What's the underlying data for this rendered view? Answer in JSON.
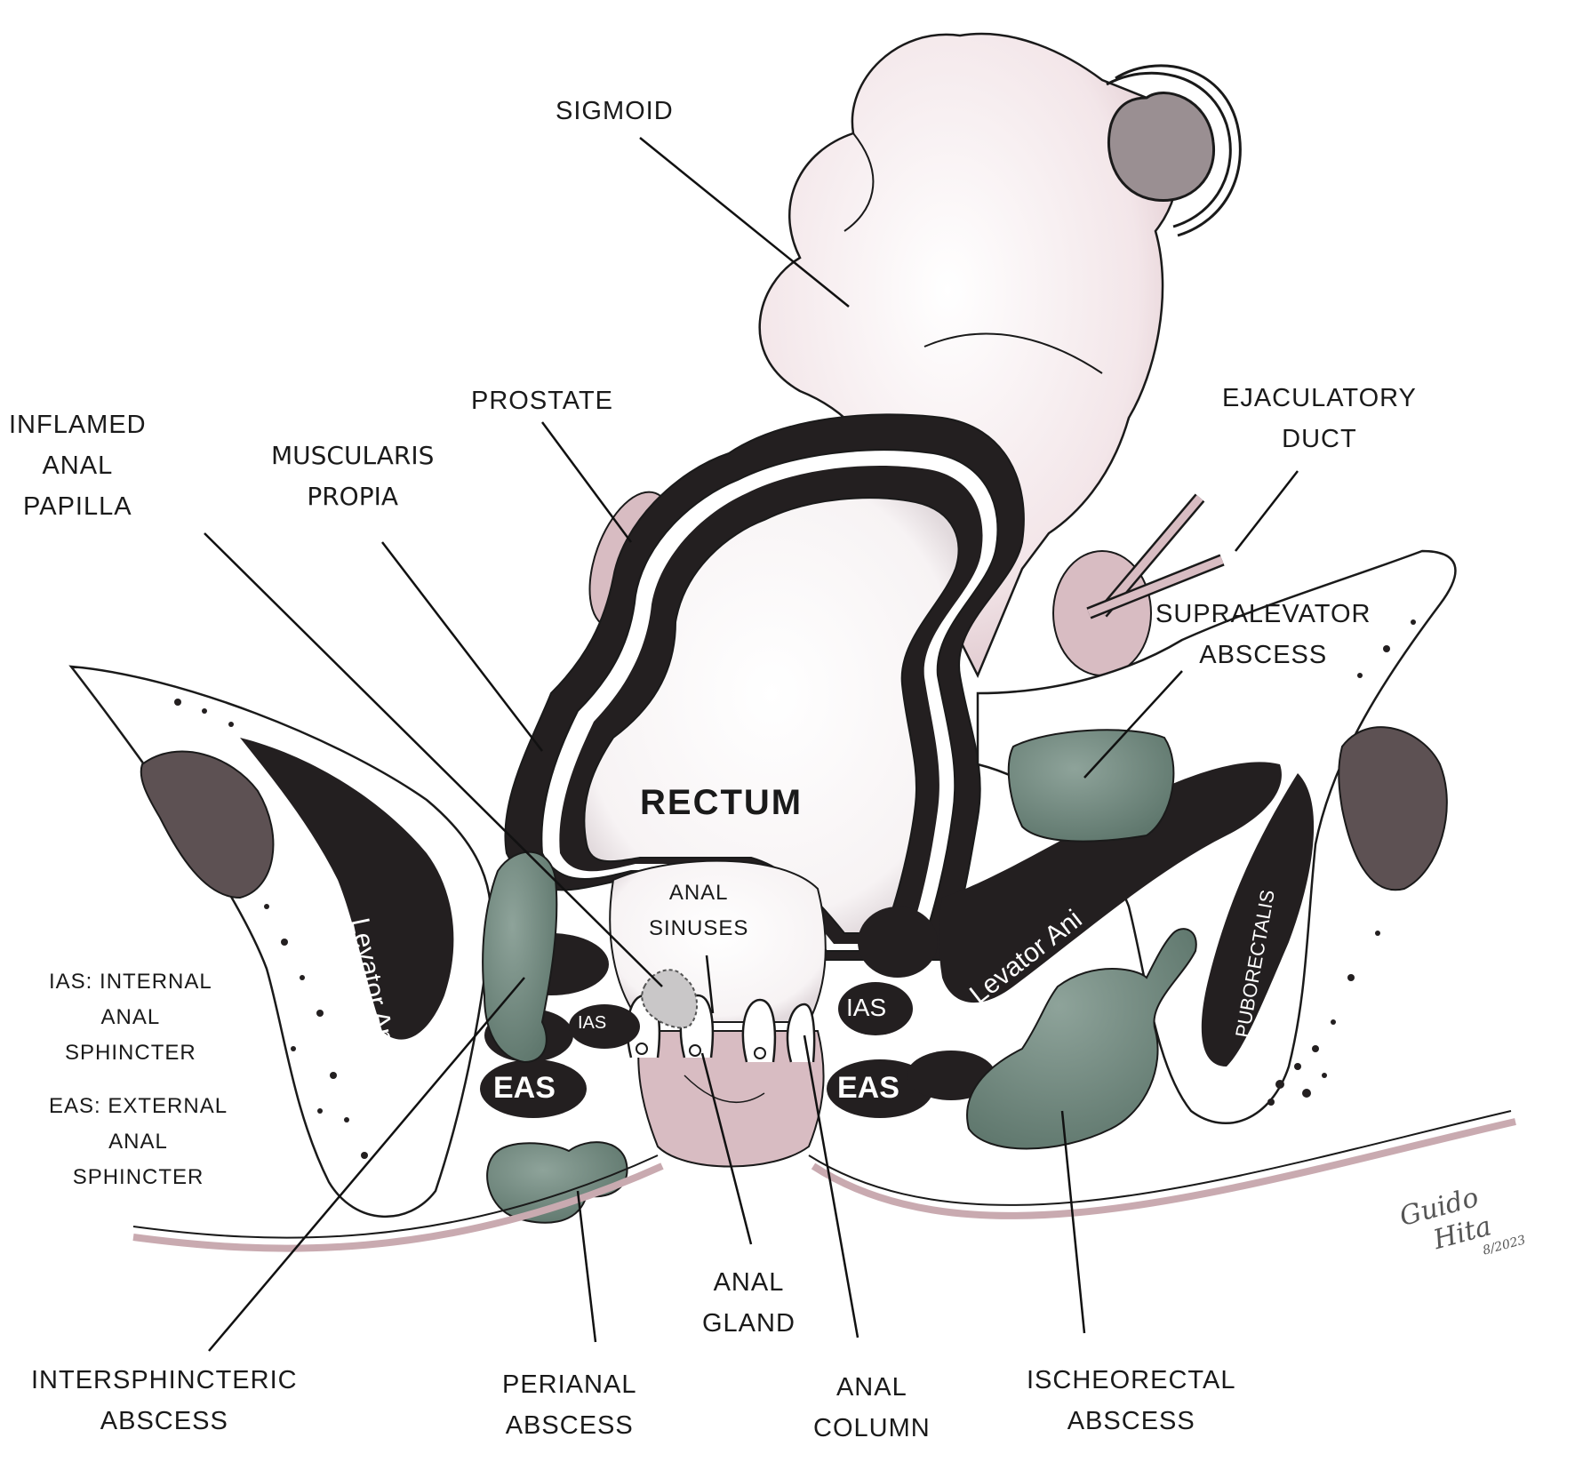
{
  "labels": {
    "sigmoid": "SIGMOID",
    "prostate": "PROSTATE",
    "ejaculatory_duct_1": "EJACULATORY",
    "ejaculatory_duct_2": "DUCT",
    "inflamed_1": "INFLAMED",
    "inflamed_2": "ANAL",
    "inflamed_3": "PAPILLA",
    "muscularis_1": "MUSCULARIS",
    "muscularis_2": "PROPIA",
    "supralevator_1": "SUPRALEVATOR",
    "supralevator_2": "ABSCESS",
    "rectum": "RECTUM",
    "anal_sinuses_1": "ANAL",
    "anal_sinuses_2": "SINUSES",
    "ias_def_1": "IAS: INTERNAL",
    "ias_def_2": "ANAL",
    "ias_def_3": "SPHINCTER",
    "eas_def_1": "EAS: EXTERNAL",
    "eas_def_2": "ANAL",
    "eas_def_3": "SPHINCTER",
    "intersphincteric_1": "INTERSPHINCTERIC",
    "intersphincteric_2": "ABSCESS",
    "perianal_1": "PERIANAL",
    "perianal_2": "ABSCESS",
    "anal_gland_1": "ANAL",
    "anal_gland_2": "GLAND",
    "anal_column_1": "ANAL",
    "anal_column_2": "COLUMN",
    "ischeorectal_1": "ISCHEORECTAL",
    "ischeorectal_2": "ABSCESS",
    "levator_left": "Levator Ani",
    "levator_right": "Levator Ani",
    "puborectalis": "PUBORECTALIS",
    "ias_left": "IAS",
    "ias_right": "IAS",
    "eas_left": "EAS",
    "eas_right": "EAS"
  },
  "signature": {
    "line1": "Guido",
    "line2": "Hita",
    "date": "8/2023"
  },
  "colors": {
    "abscess": "#6f877d",
    "muscle": "#231f20",
    "bowel": "#f0e3e6",
    "bone": "#5d5153",
    "skin": "#c9aab0"
  }
}
